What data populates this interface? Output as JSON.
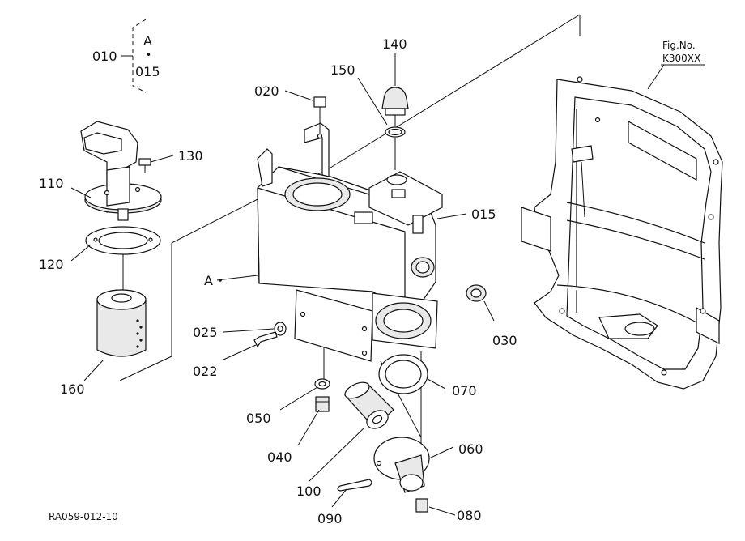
{
  "figure": {
    "fig_no_label": "Fig.No.",
    "fig_no_value": "K300XX",
    "drawing_code": "RA059-012-10"
  },
  "note": {
    "parent": "010",
    "top": "A",
    "dot": "•",
    "bottom": "015"
  },
  "ref_point": "A",
  "callouts": {
    "p020": "020",
    "p022": "022",
    "p025": "025",
    "p030": "030",
    "p015": "015",
    "p040": "040",
    "p050": "050",
    "p060": "060",
    "p070": "070",
    "p080": "080",
    "p090": "090",
    "p100": "100",
    "p110": "110",
    "p120": "120",
    "p130": "130",
    "p140": "140",
    "p150": "150",
    "p160": "160"
  }
}
